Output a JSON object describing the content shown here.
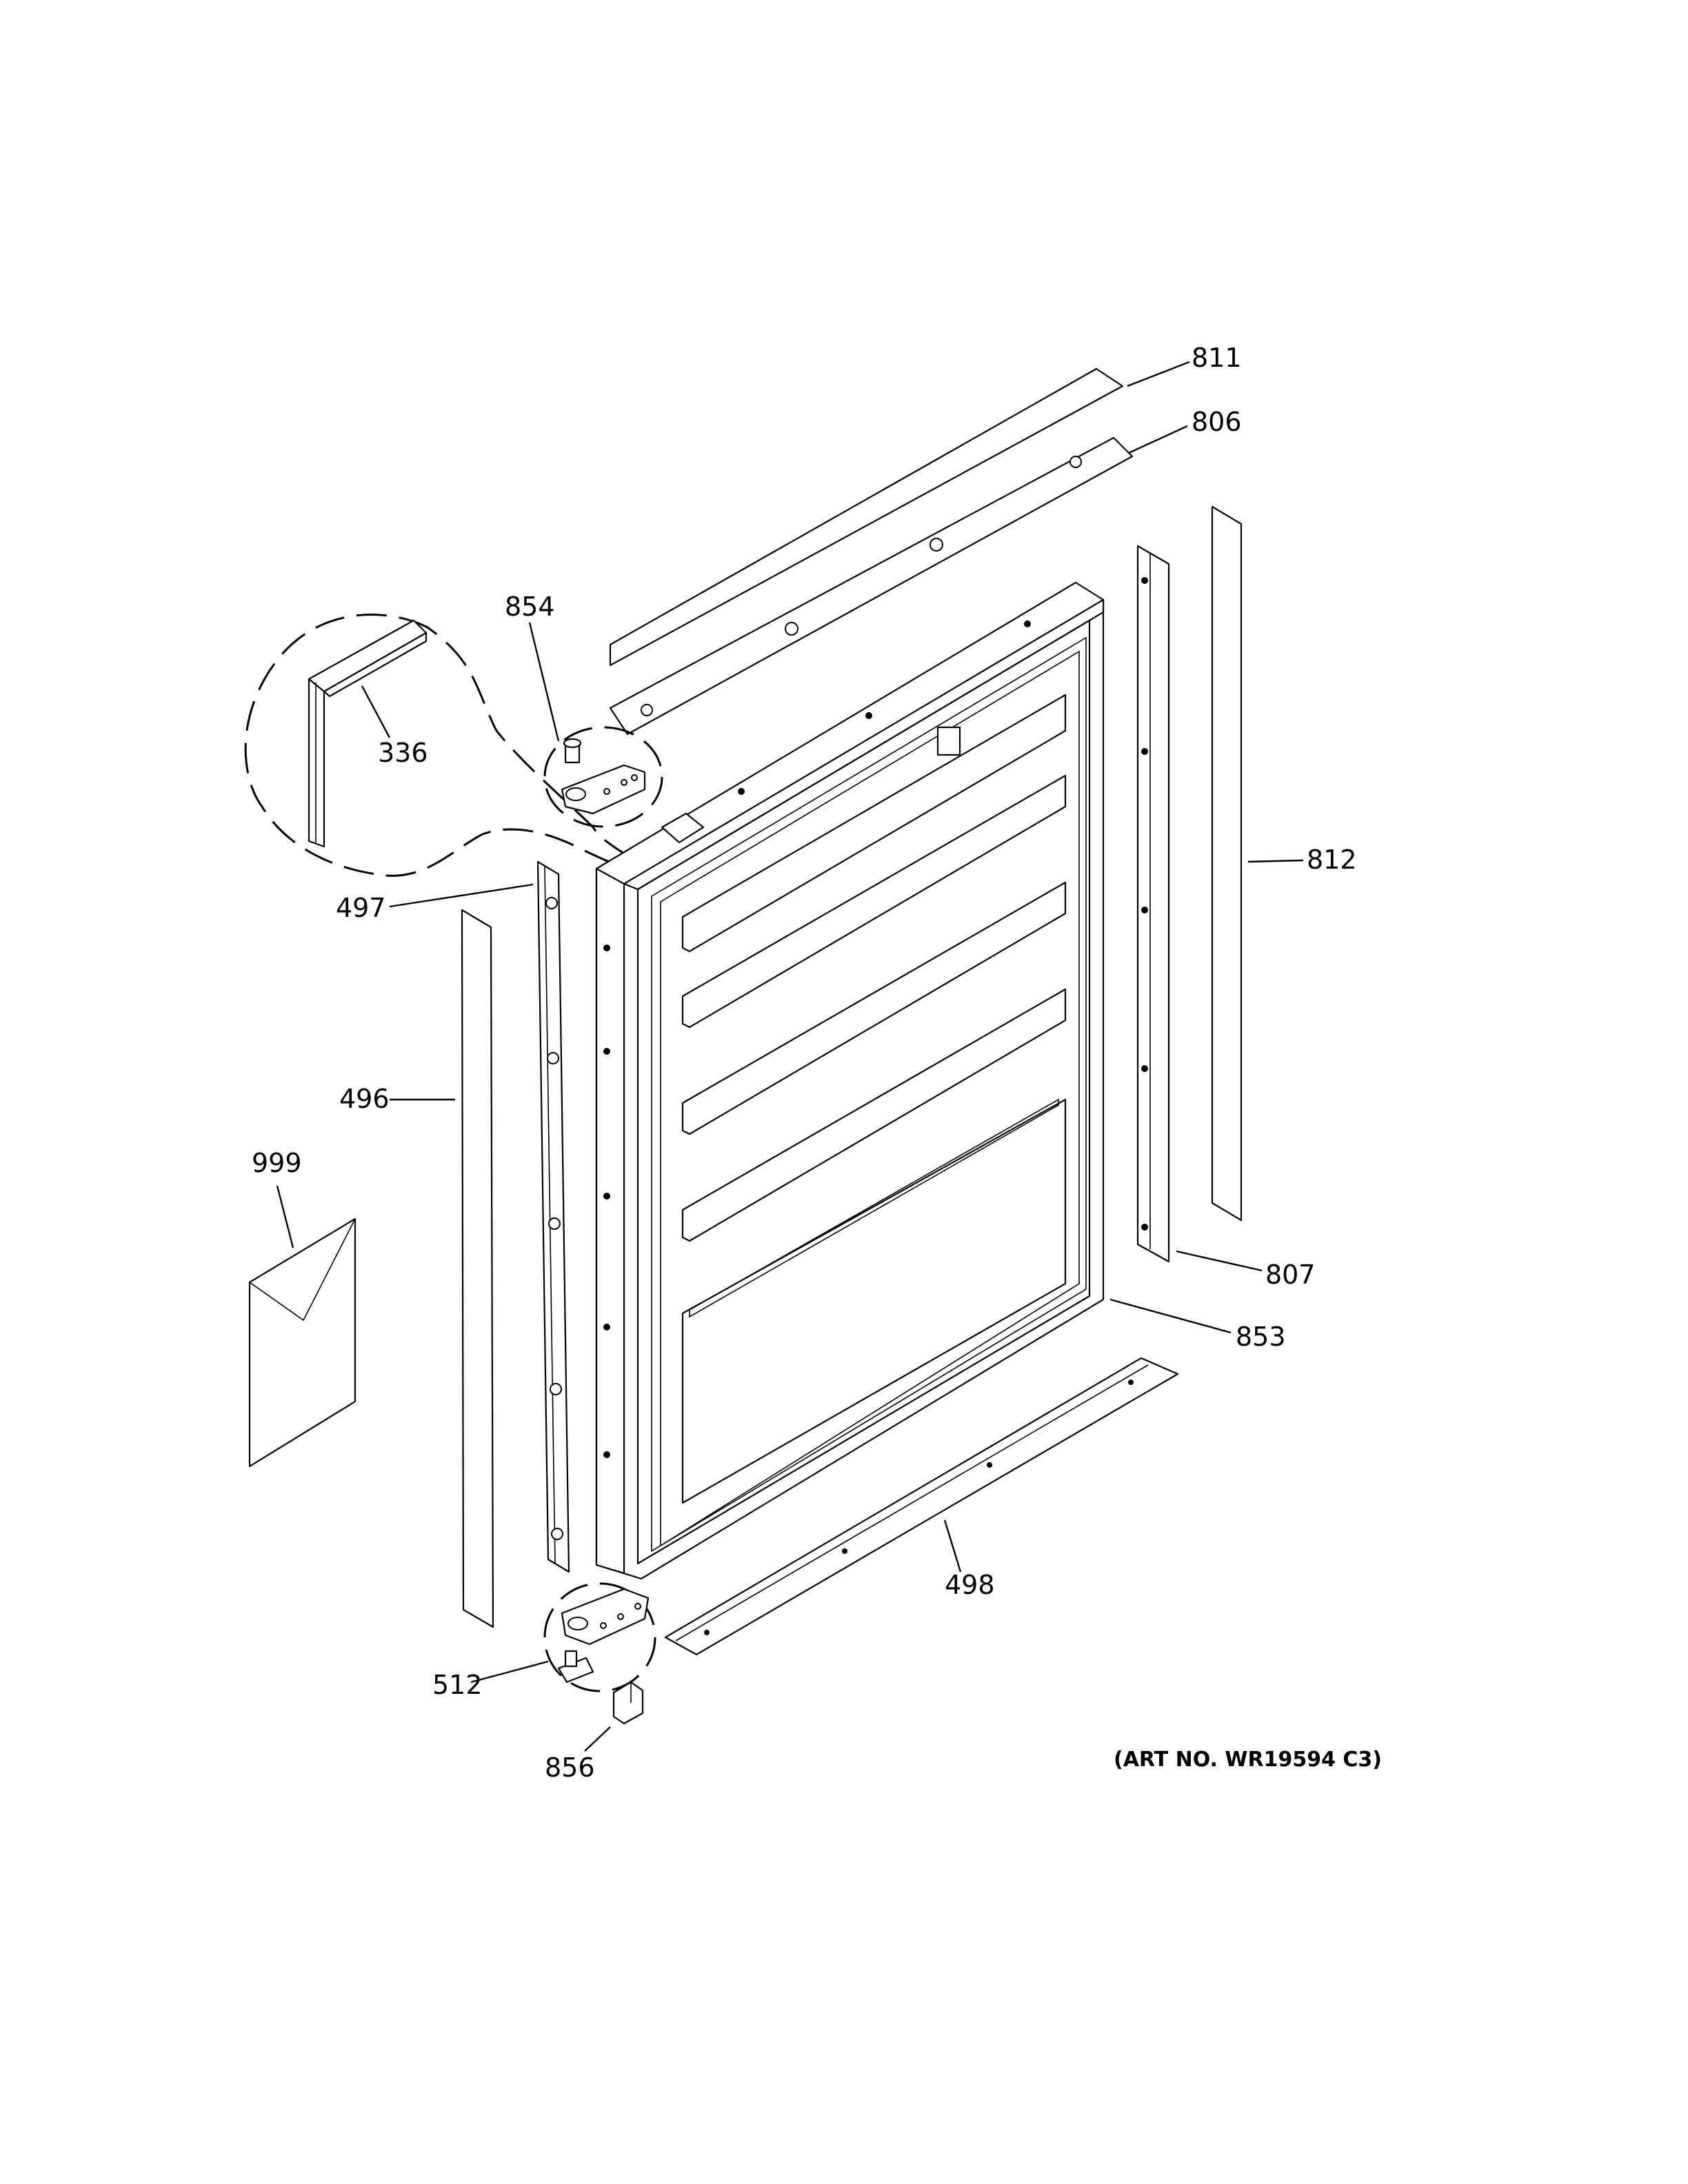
{
  "diagram": {
    "art_number": "(ART NO. WR19594 C3)",
    "callouts": {
      "c811": "811",
      "c806": "806",
      "c854": "854",
      "c336": "336",
      "c812": "812",
      "c497": "497",
      "c496": "496",
      "c999": "999",
      "c807": "807",
      "c853": "853",
      "c498": "498",
      "c512": "512",
      "c856": "856"
    }
  }
}
